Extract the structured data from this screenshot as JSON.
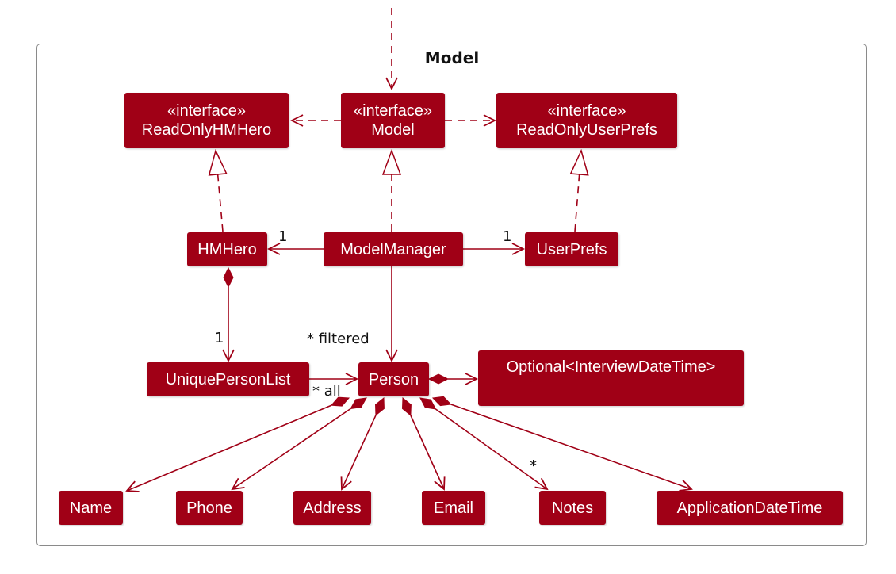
{
  "diagram": {
    "package_title": "Model",
    "accent_color": "#A00016",
    "classes": {
      "readonly_hmhero": {
        "stereotype": "«interface»",
        "name": "ReadOnlyHMHero"
      },
      "model": {
        "stereotype": "«interface»",
        "name": "Model"
      },
      "readonly_userprefs": {
        "stereotype": "«interface»",
        "name": "ReadOnlyUserPrefs"
      },
      "hmhero": {
        "name": "HMHero"
      },
      "model_manager": {
        "name": "ModelManager"
      },
      "user_prefs": {
        "name": "UserPrefs"
      },
      "unique_person_list": {
        "name": "UniquePersonList"
      },
      "person": {
        "name": "Person"
      },
      "optional_interview": {
        "name": "Optional<InterviewDateTime>"
      },
      "name": {
        "name": "Name"
      },
      "phone": {
        "name": "Phone"
      },
      "address": {
        "name": "Address"
      },
      "email": {
        "name": "Email"
      },
      "notes": {
        "name": "Notes"
      },
      "application_datetime": {
        "name": "ApplicationDateTime"
      }
    },
    "labels": {
      "mm_hmhero": "1",
      "mm_userprefs": "1",
      "hmhero_upl": "1",
      "filtered": "* filtered",
      "all": "* all",
      "notes_mult": "*"
    }
  }
}
